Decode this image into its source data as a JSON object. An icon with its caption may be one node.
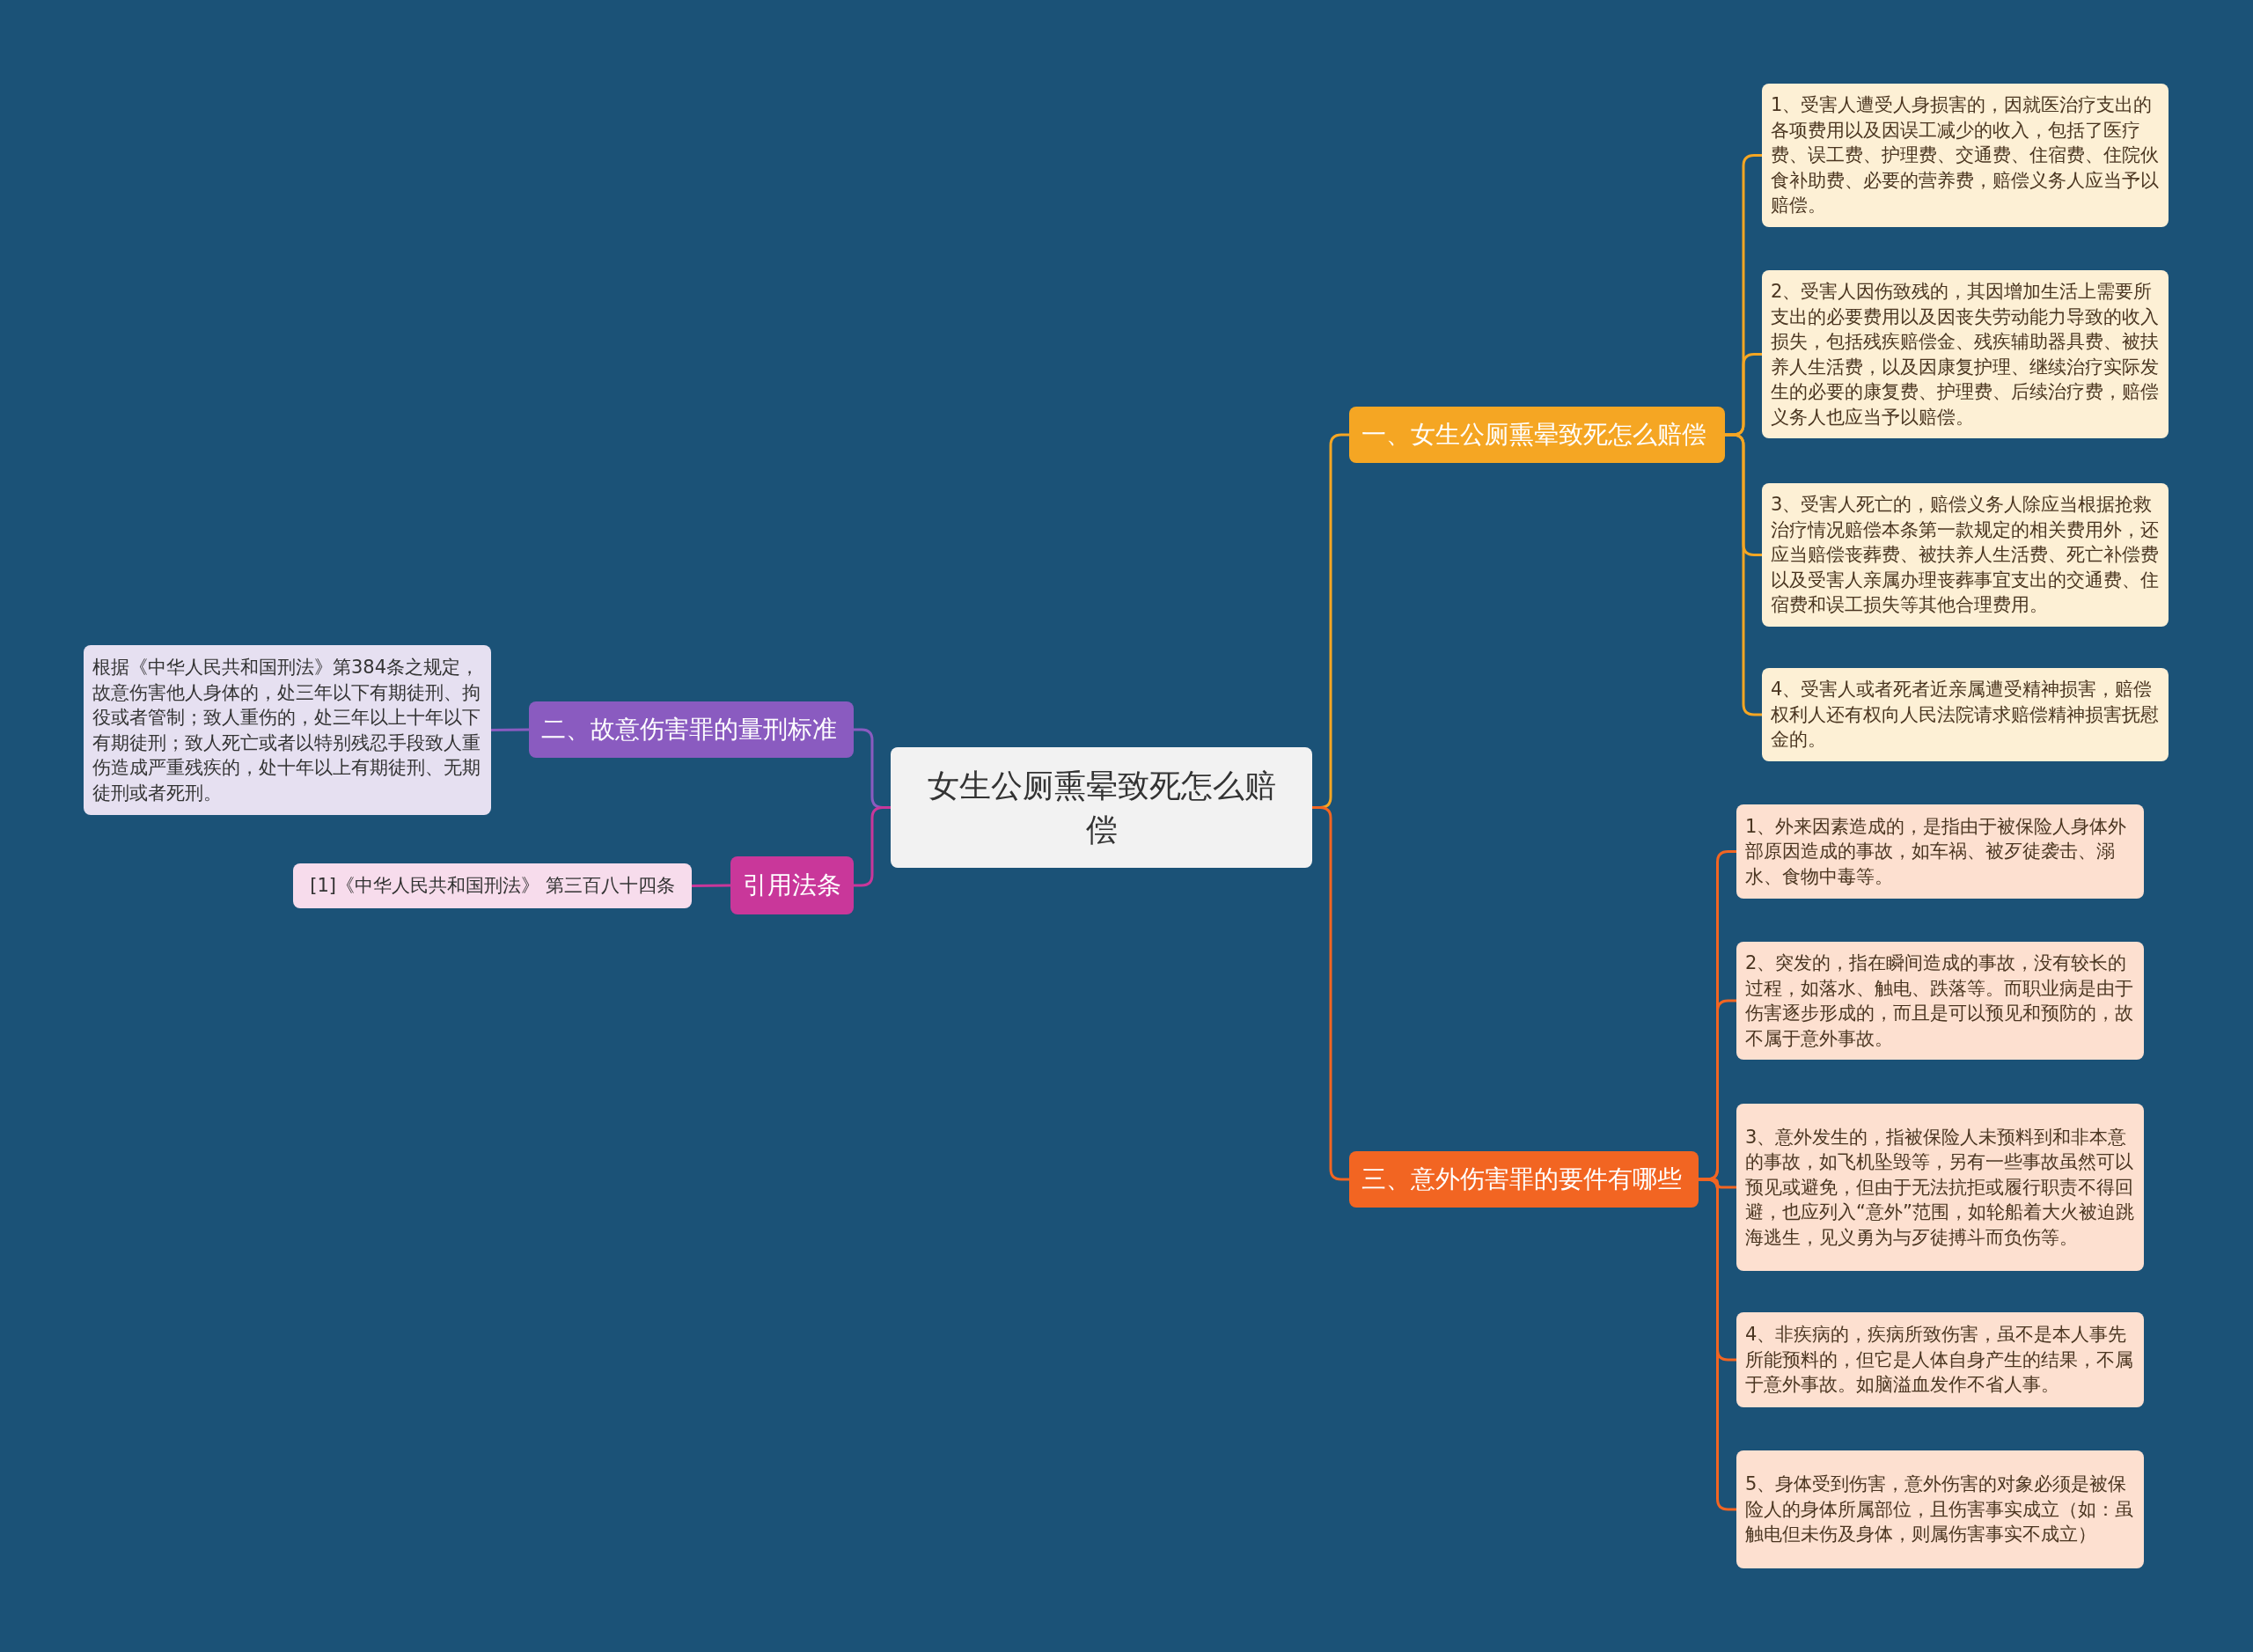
{
  "diagram": {
    "nodes": [
      {
        "text": [
          "女生公厕熏晕致死怎么赔偿"
        ]
      },
      {
        "text": [
          "一、女生公厕熏晕致死怎么赔偿"
        ]
      },
      {
        "text": [
          "1、受害人遭受人身损害的，因就医治疗支出的各项费用以及因误工减少的收入，包括了医疗费、误工费、护理费、交通费、住宿费、住院伙食补助费、必要的营养费，赔偿义务人应当予以赔偿。"
        ]
      },
      {
        "text": [
          "2、受害人因伤致残的，其因增加生活上需要所支出的必要费用以及因丧失劳动能力导致的收入损失，包括残疾赔偿金、残疾辅助器具费、被扶养人生活费，以及因康复护理、继续治疗实际发生的必要的康复费、护理费、后续治疗费，赔偿义务人也应当予以赔偿。"
        ]
      },
      {
        "text": [
          "3、受害人死亡的，赔偿义务人除应当根据抢救治疗情况赔偿本条第一款规定的相关费用外，还应当赔偿丧葬费、被扶养人生活费、死亡补偿费以及受害人亲属办理丧葬事宜支出的交通费、住宿费和误工损失等其他合理费用。"
        ]
      },
      {
        "text": [
          "4、受害人或者死者近亲属遭受精神损害，赔偿权利人还有权向人民法院请求赔偿精神损害抚慰金的。"
        ]
      },
      {
        "text": [
          "三、意外伤害罪的要件有哪些"
        ]
      },
      {
        "text": [
          "1、外来因素造成的，是指由于被保险人身体外部原因造成的事故，如车祸、被歹徒袭击、溺水、食物中毒等。"
        ]
      },
      {
        "text": [
          "2、突发的，指在瞬间造成的事故，没有较长的过程，如落水、触电、跌落等。而职业病是由于伤害逐步形成的，而且是可以预见和预防的，故不属于意外事故。"
        ]
      },
      {
        "text": [
          "3、意外发生的，指被保险人未预料到和非本意的事故，如飞机坠毁等，另有一些事故虽然可以预见或避免，但由于无法抗拒或履行职责不得回避，也应列入“意外”范围，如轮船着大火被迫跳海逃生，见义勇为与歹徒搏斗而负伤等。"
        ]
      },
      {
        "text": [
          "4、非疾病的，疾病所致伤害，虽不是本人事先所能预料的，但它是人体自身产生的结果，不属于意外事故。如脑溢血发作不省人事。"
        ]
      },
      {
        "text": [
          "5、身体受到伤害，意外伤害的对象必须是被保险人的身体所属部位，且伤害事实成立（如：虽触电但未伤及身体，则属伤害事实不成立）"
        ]
      },
      {
        "text": [
          "二、故意伤害罪的量刑标准"
        ]
      },
      {
        "text": [
          "根据《中华人民共和国刑法》第384条之规定，故意伤害他人身体的，处三年以下有期徒刑、拘役或者管制；致人重伤的，处三年以上十年以下有期徒刑；致人死亡或者以特别残忍手段致人重伤造成严重残疾的，处十年以上有期徒刑、无期徒刑或者死刑。"
        ]
      },
      {
        "text": [
          "引用法条"
        ]
      },
      {
        "text": [
          "[1]《中华人民共和国刑法》 第三百八十四条"
        ]
      }
    ],
    "edges": [
      {
        "from": 0,
        "to": 1,
        "arrow": "none",
        "color": "#f5a623"
      },
      {
        "from": 1,
        "to": 2,
        "arrow": "none",
        "color": "#f5a623"
      },
      {
        "from": 1,
        "to": 3,
        "arrow": "none",
        "color": "#f5a623"
      },
      {
        "from": 1,
        "to": 4,
        "arrow": "none",
        "color": "#f5a623"
      },
      {
        "from": 1,
        "to": 5,
        "arrow": "none",
        "color": "#f5a623"
      },
      {
        "from": 0,
        "to": 6,
        "arrow": "none",
        "color": "#f26522"
      },
      {
        "from": 6,
        "to": 7,
        "arrow": "none",
        "color": "#f26522"
      },
      {
        "from": 6,
        "to": 8,
        "arrow": "none",
        "color": "#f26522"
      },
      {
        "from": 6,
        "to": 9,
        "arrow": "none",
        "color": "#f26522"
      },
      {
        "from": 6,
        "to": 10,
        "arrow": "none",
        "color": "#f26522"
      },
      {
        "from": 6,
        "to": 11,
        "arrow": "none",
        "color": "#f26522"
      },
      {
        "from": 0,
        "to": 12,
        "arrow": "none",
        "color": "#8a5bc0"
      },
      {
        "from": 12,
        "to": 13,
        "arrow": "none",
        "color": "#8a5bc0"
      },
      {
        "from": 0,
        "to": 14,
        "arrow": "none",
        "color": "#c9379a"
      },
      {
        "from": 14,
        "to": 15,
        "arrow": "none",
        "color": "#c9379a"
      }
    ]
  }
}
